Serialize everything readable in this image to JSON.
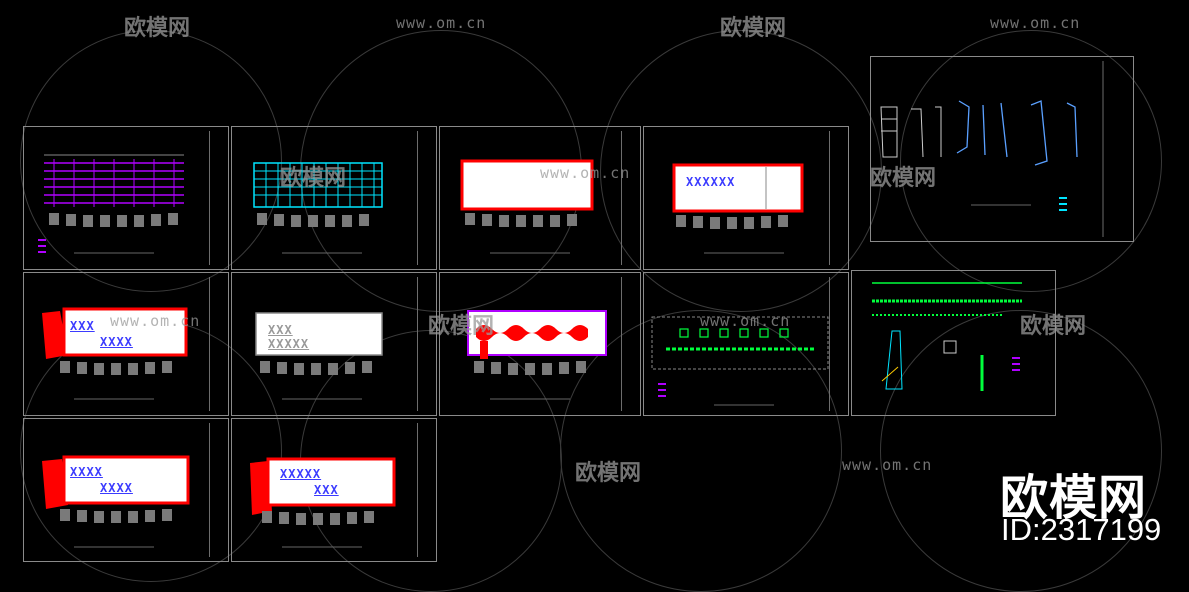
{
  "brand": {
    "watermark_logo": "欧模网",
    "watermark_url": "www.om.cn",
    "corner_brand": "欧模网",
    "corner_id": "ID:2317199"
  },
  "panel_labels": {
    "p4": "XXXXXX",
    "p5_line1": "XXX",
    "p5_line2": "XXXX",
    "p6_line1": "XXX",
    "p6_line2": "XXXXX",
    "p9_line1": "XXXX",
    "p9_line2": "XXXX",
    "p10_line1": "XXXXX",
    "p10_line2": "XXX"
  },
  "colors": {
    "frame": "#8a8a8a",
    "purple": "#b000ff",
    "cyan": "#00e5ff",
    "red": "#ff0000",
    "blue_text": "#3b3bff",
    "green": "#00ff3c"
  }
}
